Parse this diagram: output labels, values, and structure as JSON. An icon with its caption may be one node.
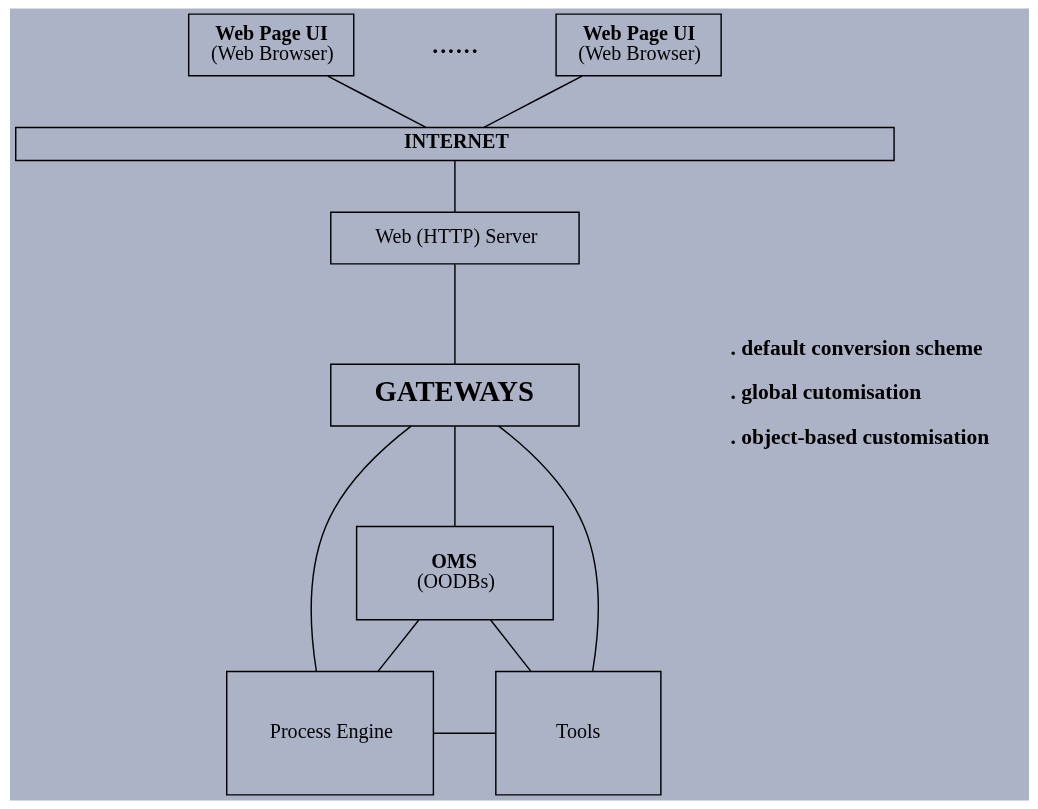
{
  "diagram": {
    "nodes": [
      {
        "text": [
          "Web Page UI",
          "(Web Browser)"
        ]
      },
      {
        "text": [
          "Web Page UI",
          "(Web Browser)"
        ]
      },
      {
        "text": [
          "INTERNET"
        ]
      },
      {
        "text": [
          "Web (HTTP) Server"
        ]
      },
      {
        "text": [
          "GATEWAYS"
        ]
      },
      {
        "text": [
          "OMS",
          "(OODBs)"
        ]
      },
      {
        "text": [
          "Process Engine"
        ]
      },
      {
        "text": [
          "Tools"
        ]
      }
    ],
    "edges": [
      {
        "from": 0,
        "to": 2,
        "arrow": "none"
      },
      {
        "from": 1,
        "to": 2,
        "arrow": "none"
      },
      {
        "from": 2,
        "to": 3,
        "arrow": "none"
      },
      {
        "from": 3,
        "to": 4,
        "arrow": "none"
      },
      {
        "from": 4,
        "to": 6,
        "arrow": "none"
      },
      {
        "from": 4,
        "to": 5,
        "arrow": "none"
      },
      {
        "from": 4,
        "to": 7,
        "arrow": "none"
      },
      {
        "from": 6,
        "to": 5,
        "arrow": "none"
      },
      {
        "from": 5,
        "to": 7,
        "arrow": "none"
      },
      {
        "from": 6,
        "to": 7,
        "arrow": "none"
      }
    ],
    "labels": [
      "......",
      ". default conversion scheme",
      ". global cutomisation",
      ". object-based customisation"
    ]
  }
}
